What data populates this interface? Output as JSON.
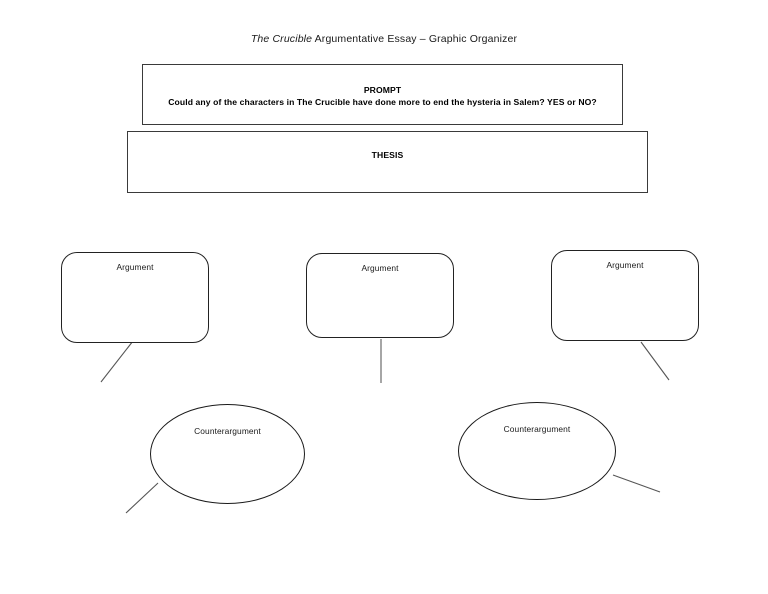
{
  "document": {
    "title_italic_part": "The Crucible",
    "title_rest": " Argumentative Essay – Graphic Organizer",
    "title_full": "The Crucible Argumentative Essay – Graphic Organizer"
  },
  "prompt": {
    "heading": "PROMPT",
    "question": "Could any of the characters in The Crucible have done more to end the hysteria in Salem? YES or NO?",
    "content": ""
  },
  "thesis": {
    "heading": "THESIS",
    "content": ""
  },
  "arguments": [
    {
      "label": "Argument",
      "content": ""
    },
    {
      "label": "Argument",
      "content": ""
    },
    {
      "label": "Argument",
      "content": ""
    }
  ],
  "counterarguments": [
    {
      "label": "Counterargument",
      "content": ""
    },
    {
      "label": "Counterargument",
      "content": ""
    }
  ],
  "style": {
    "page_background": "#ffffff",
    "box_border_color": "#3a3a3a",
    "shape_border_color": "#1a1a1a",
    "connector_color": "#555555",
    "text_color": "#000000"
  }
}
